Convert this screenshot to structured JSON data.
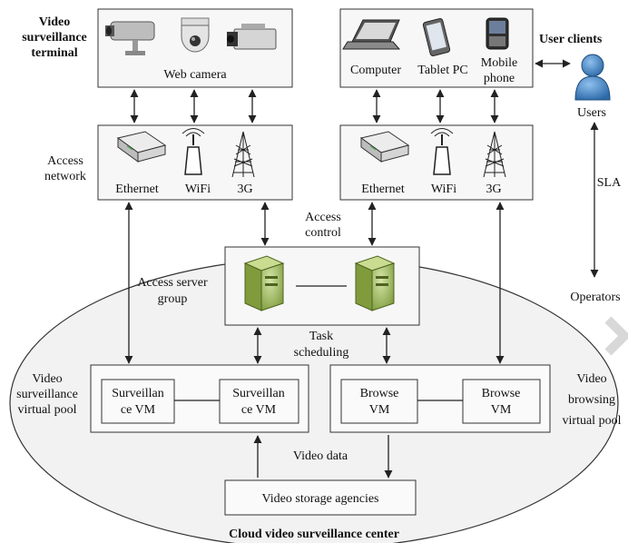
{
  "labels": {
    "video_surveillance_terminal": [
      "Video",
      "surveillance",
      "terminal"
    ],
    "web_camera": "Web camera",
    "user_clients": "User clients",
    "computer": "Computer",
    "tablet_pc": "Tablet PC",
    "mobile_phone": [
      "Mobile",
      "phone"
    ],
    "users": "Users",
    "access_network": [
      "Access",
      "network"
    ],
    "ethernet": "Ethernet",
    "wifi": "WiFi",
    "g3": "3G",
    "sla": "SLA",
    "access_control": [
      "Access",
      "control"
    ],
    "access_server_group": [
      "Access server",
      "group"
    ],
    "operators": "Operators",
    "task_scheduling": [
      "Task",
      "scheduling"
    ],
    "video_surveillance_virtual_pool": [
      "Video",
      "surveillance",
      "virtual pool"
    ],
    "surveillance_vm": [
      "Surveillan",
      "ce VM"
    ],
    "browse_vm": [
      "Browse",
      "VM"
    ],
    "video_browsing_virtual_pool": [
      "Video",
      "browsing",
      "virtual pool"
    ],
    "video_data": "Video data",
    "video_storage_agencies": "Video storage agencies",
    "cloud_center": "Cloud video surveillance center"
  },
  "icons": [
    "bullet-camera-icon",
    "dome-camera-icon",
    "box-camera-icon",
    "laptop-icon",
    "tablet-icon",
    "mobile-phone-icon",
    "user-icon",
    "router-icon",
    "wifi-antenna-icon",
    "cell-tower-icon",
    "server-icon"
  ],
  "colors": {
    "line": "#222222",
    "box_fill": "#f6f6f6",
    "server_green": "#9ab85a",
    "user_blue": "#3d7fc0"
  }
}
